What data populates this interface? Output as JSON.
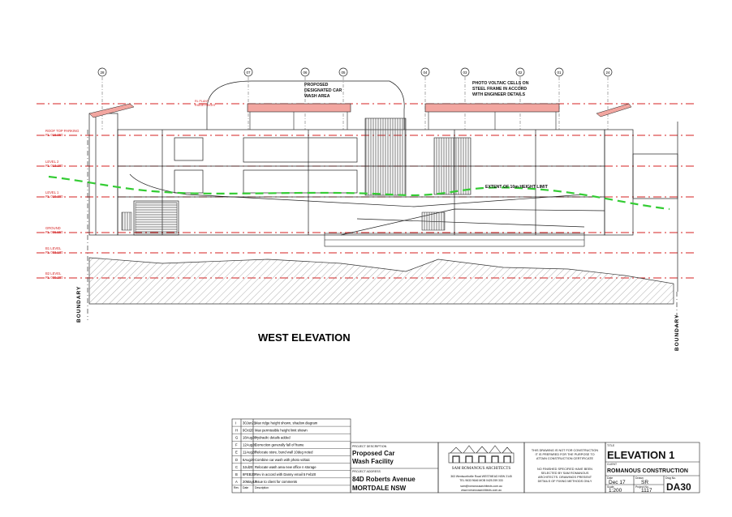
{
  "drawing": {
    "view_title": "WEST ELEVATION",
    "boundary_label": "BOUNDARY",
    "annotations": {
      "designated_car_wash": [
        "PROPOSED",
        "DESIGNATED CAR",
        "WASH AREA"
      ],
      "pv_cells": [
        "PHOTO VOLTAIC CELLS ON",
        "STEEL FRAME IN ACCORD",
        "WITH ENGINEER DETAILS"
      ],
      "height_limit": "EXTENT OF 10m HEIGHT LIMIT",
      "ridge_height": [
        "RL PLANT",
        "RIDGE HEIGHT"
      ]
    },
    "grid_markers": [
      "28",
      "07",
      "06",
      "05",
      "04",
      "03",
      "02",
      "01",
      "24"
    ],
    "levels": [
      {
        "name": "ROOF TOP PARKING",
        "rl": "RL 016.950"
      },
      {
        "name": "LEVEL 2",
        "rl": "RL 013.200"
      },
      {
        "name": "LEVEL 1",
        "rl": "RL 010.300"
      },
      {
        "name": "GROUND",
        "rl": "RL 006.550"
      },
      {
        "name": "B1 LEVEL",
        "rl": "RL 003.100"
      },
      {
        "name": "B2 LEVEL",
        "rl": "RL 000.200"
      }
    ]
  },
  "revisions": [
    {
      "rev": "I",
      "date": "30Jun21",
      "description": "Max ridge height shown, shadow diagram"
    },
    {
      "rev": "H",
      "date": "9Oct20",
      "description": "Max permissible height limit shown"
    },
    {
      "rev": "G",
      "date": "18Aug20",
      "description": "Hydraulic details added"
    },
    {
      "rev": "F",
      "date": "12Aug20",
      "description": "Correction generally fall of frame"
    },
    {
      "rev": "E",
      "date": "11Aug20",
      "description": "Relocate store, bund wall 10deg noted"
    },
    {
      "rev": "D",
      "date": "6Aug20",
      "description": "Combine car wash with photo voltaic"
    },
    {
      "rev": "C",
      "date": "3Jul20",
      "description": "Relocate wash area new office n storage"
    },
    {
      "rev": "B",
      "date": "8FEB20",
      "description": "Rev in accord with Danny email 5 Feb20"
    },
    {
      "rev": "A",
      "date": "20May17",
      "description": "Issue to client for comments"
    }
  ],
  "revision_headers": {
    "rev": "Rev",
    "date": "Date",
    "description": "Description"
  },
  "project": {
    "description_label": "PROJECT DESCRIPTION",
    "description": [
      "Proposed Car",
      "Wash Facility"
    ],
    "address_label": "PROJECT ADDRESS",
    "address": [
      "84D Roberts Avenue",
      "MORTDALE NSW"
    ]
  },
  "architect": {
    "name": "SAM ROMANOUS ARCHITECTS",
    "address": "363 Wentworthville Road WESTMEAD NSW 2145",
    "phone": "TEL 9633 9646  MOB 0425 259 333",
    "email": "sam@romanousarchitects.com.au",
    "web": "www.romanousarchitects.com.au"
  },
  "notes": {
    "construction": [
      "THIS DRAWING IS NOT FOR CONSTRUCTION",
      "IT IS PREPARED FOR THE PURPOSE TO",
      "ATTAIN CONSTRUCTION CERTIFICATE"
    ],
    "finishes": [
      "NO FINISHED SPECIFIED HAVE BEEN",
      "SELECTED BY SAM ROMANOUS",
      "ARCHITECTS. DRAWINGS PRESENT",
      "DETAILS OF FIXING METHODS ONLY"
    ]
  },
  "title_block": {
    "title_label": "TITLE",
    "title": "ELEVATION 1",
    "client_label": "CLIENT",
    "client": "ROMANOUS CONSTRUCTION",
    "date_label": "Date",
    "date": "Dec 17",
    "drawn_label": "Drawn",
    "drawn": "SR",
    "dwg_label": "Dwg No.",
    "dwg": "DA30",
    "scale_label": "Scale",
    "scale": "1:200",
    "job_label": "Project No.",
    "job": "1117"
  },
  "colors": {
    "red_line": "#d42020",
    "pv_fill": "#f2a6a0",
    "height_limit": "#33cc33",
    "ground_hatch": "#666666"
  }
}
